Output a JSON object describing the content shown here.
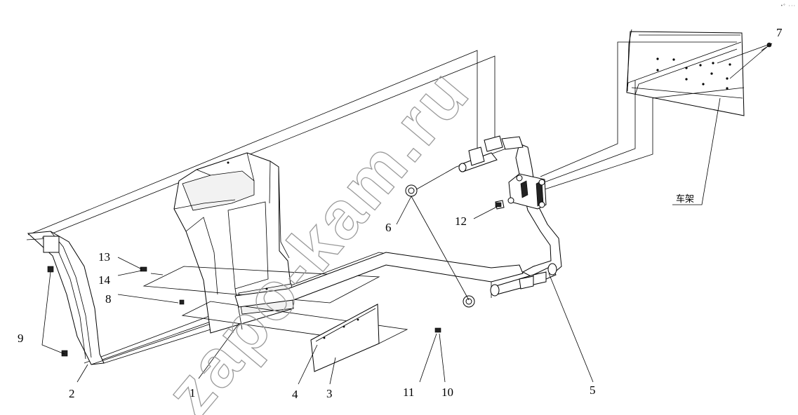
{
  "corner_mark": "•° ···",
  "frame_label": "车架",
  "watermark": "zapo-kam.ru",
  "callouts": [
    {
      "id": "c1",
      "text": "1"
    },
    {
      "id": "c2",
      "text": "2"
    },
    {
      "id": "c3",
      "text": "3"
    },
    {
      "id": "c4",
      "text": "4"
    },
    {
      "id": "c5",
      "text": "5"
    },
    {
      "id": "c6",
      "text": "6"
    },
    {
      "id": "c7",
      "text": "7"
    },
    {
      "id": "c8",
      "text": "8"
    },
    {
      "id": "c9",
      "text": "9"
    },
    {
      "id": "c10",
      "text": "10"
    },
    {
      "id": "c11",
      "text": "11"
    },
    {
      "id": "c12",
      "text": "12"
    },
    {
      "id": "c13",
      "text": "13"
    },
    {
      "id": "c14",
      "text": "14"
    }
  ]
}
